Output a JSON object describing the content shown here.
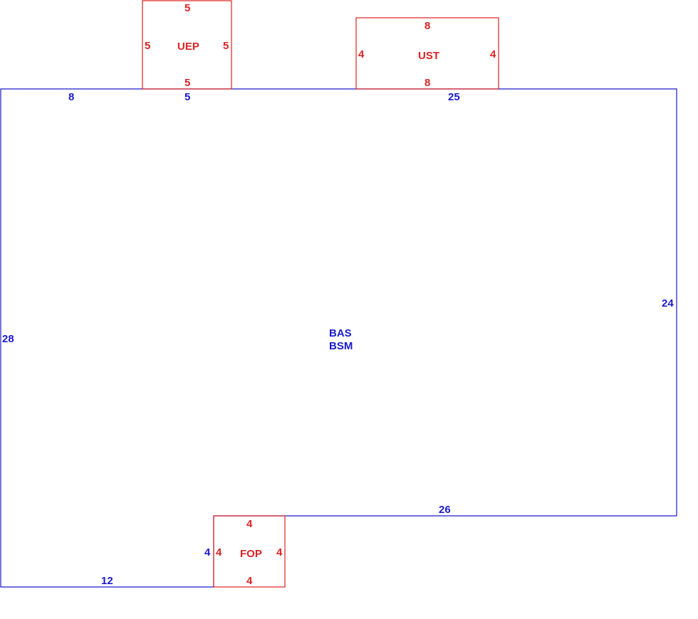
{
  "main_area": {
    "labels": [
      "BAS",
      "BSM"
    ],
    "dimensions": {
      "top_left": "8",
      "top_middle": "5",
      "top_right": "25",
      "right": "24",
      "inner_top": "26",
      "inner_left": "4",
      "bottom": "12",
      "left": "28"
    },
    "color": "#1a1acc"
  },
  "additions": [
    {
      "name": "UEP",
      "dimensions": {
        "top": "5",
        "left": "5",
        "right": "5",
        "bottom": "5"
      },
      "color": "#dd2222"
    },
    {
      "name": "UST",
      "dimensions": {
        "top": "8",
        "left": "4",
        "right": "4",
        "bottom": "8"
      },
      "color": "#dd2222"
    },
    {
      "name": "FOP",
      "dimensions": {
        "top": "4",
        "left": "4",
        "right": "4",
        "bottom": "4"
      },
      "color": "#dd2222"
    }
  ]
}
